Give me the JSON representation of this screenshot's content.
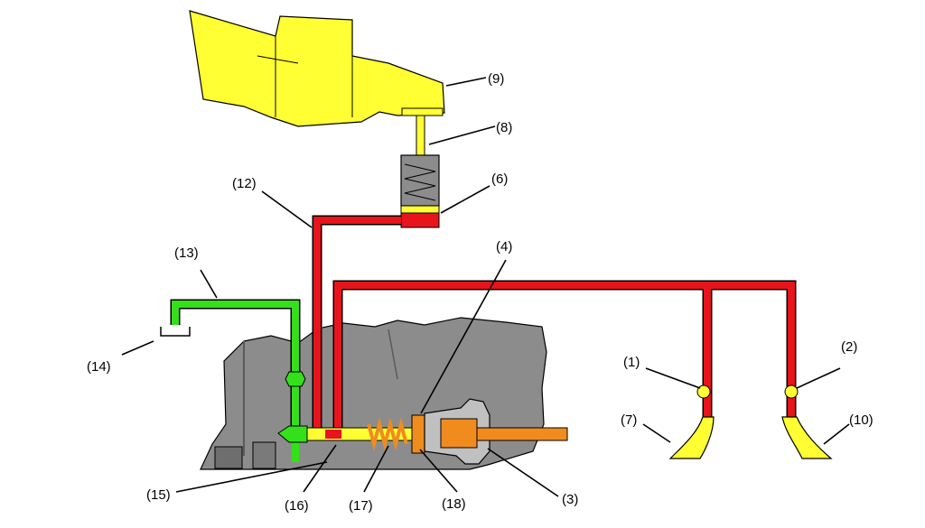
{
  "colors": {
    "background": "#ffffff",
    "housing": "#8c8c8c",
    "housing_dark": "#6e6e6e",
    "pressure_oil": "#e8141b",
    "drain_oil": "#33e01a",
    "component": "#ffff33",
    "valve_body": "#f08c1e",
    "valve_fitting": "#c0c0c0"
  },
  "callouts": [
    {
      "id": "1",
      "text": "(1)"
    },
    {
      "id": "2",
      "text": "(2)"
    },
    {
      "id": "3",
      "text": "(3)"
    },
    {
      "id": "4",
      "text": "(4)"
    },
    {
      "id": "6",
      "text": "(6)"
    },
    {
      "id": "7",
      "text": "(7)"
    },
    {
      "id": "8",
      "text": "(8)"
    },
    {
      "id": "9",
      "text": "(9)"
    },
    {
      "id": "10",
      "text": "(10)"
    },
    {
      "id": "12",
      "text": "(12)"
    },
    {
      "id": "13",
      "text": "(13)"
    },
    {
      "id": "14",
      "text": "(14)"
    },
    {
      "id": "15",
      "text": "(15)"
    },
    {
      "id": "16",
      "text": "(16)"
    },
    {
      "id": "17",
      "text": "(17)"
    },
    {
      "id": "18",
      "text": "(18)"
    }
  ]
}
